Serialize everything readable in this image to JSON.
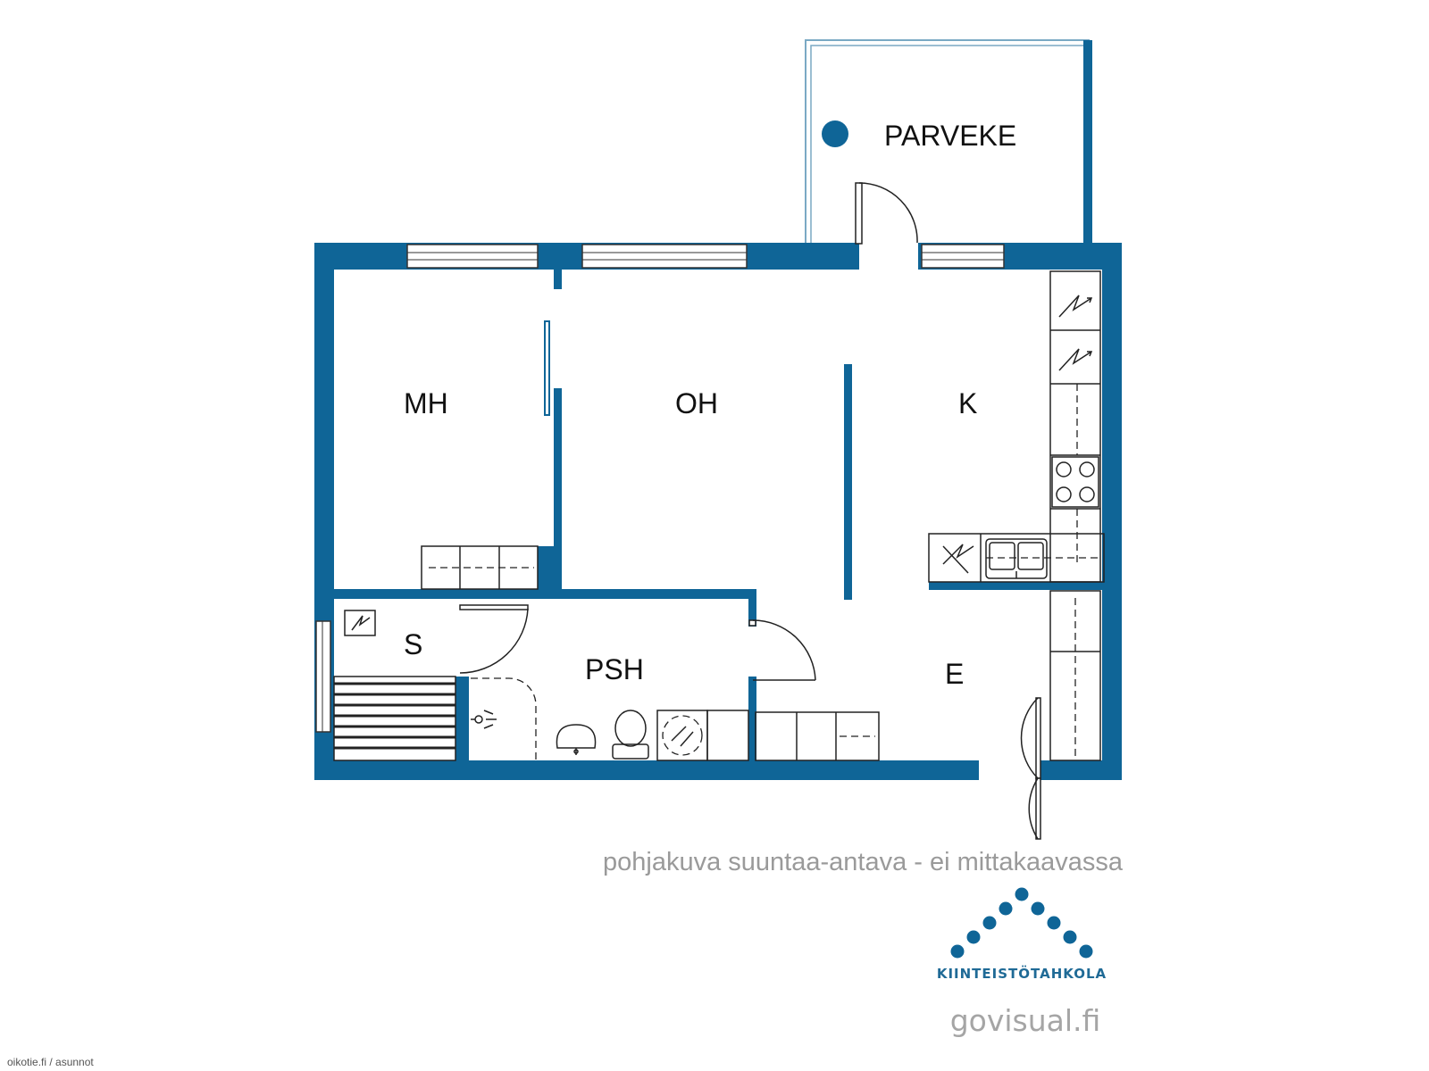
{
  "rooms": {
    "balcony": "PARVEKE",
    "bedroom": "MH",
    "living": "OH",
    "kitchen": "K",
    "sauna": "S",
    "bathroom": "PSH",
    "hall": "E"
  },
  "disclaimer": "pohjakuva suuntaa-antava - ei mittakaavassa",
  "brand": "KIINTEISTÖTAHKOLA",
  "site": "govisual.fi",
  "watermark": "oikotie.fi / asunnot",
  "colors": {
    "wall": "#0f6597",
    "text": "#111111",
    "muted": "#9a9a9a"
  },
  "icons": [
    "electric-outlet-icon",
    "stove-icon",
    "sink-icon",
    "toilet-icon",
    "shower-icon",
    "washbasin-icon",
    "washing-machine-icon",
    "logo-dots-icon"
  ]
}
